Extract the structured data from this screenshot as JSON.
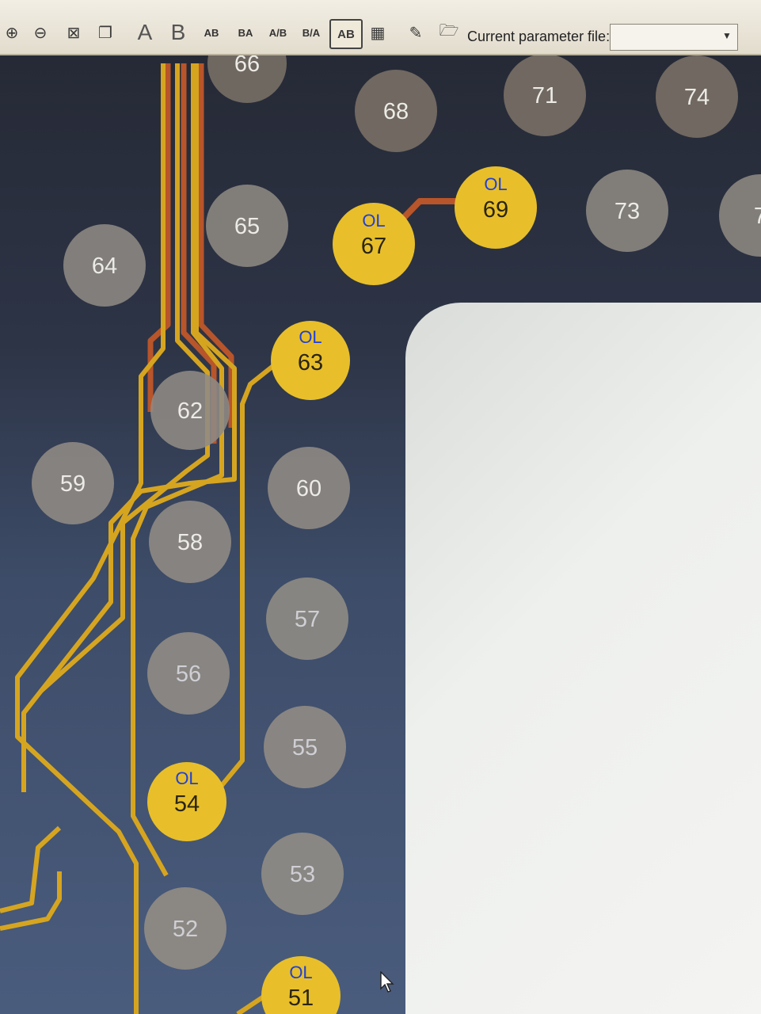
{
  "toolbar": {
    "buttons": [
      {
        "name": "zoom-in-icon",
        "glyph": "⊕"
      },
      {
        "name": "zoom-out-icon",
        "glyph": "⊖"
      },
      {
        "name": "zoom-fit-icon",
        "glyph": "⊠"
      },
      {
        "name": "window-icon",
        "glyph": "❐"
      },
      {
        "name": "text-a-icon",
        "glyph": "A"
      },
      {
        "name": "text-b-icon",
        "glyph": "B"
      },
      {
        "name": "ab-icon",
        "glyph": "AB"
      },
      {
        "name": "ba-icon",
        "glyph": "BA"
      },
      {
        "name": "a-over-b-icon",
        "glyph": "A/B"
      },
      {
        "name": "b-over-a-icon",
        "glyph": "B/A"
      },
      {
        "name": "ab-toggle-icon",
        "glyph": "AB"
      },
      {
        "name": "grid-icon",
        "glyph": "▦"
      },
      {
        "name": "edit-icon",
        "glyph": "✎"
      },
      {
        "name": "open-folder-icon",
        "glyph": "🗁"
      }
    ],
    "param_label": "Current parameter file:",
    "param_value": ""
  },
  "pads": [
    {
      "num": "66",
      "state": "normal"
    },
    {
      "num": "68",
      "state": "normal"
    },
    {
      "num": "71",
      "state": "normal"
    },
    {
      "num": "74",
      "state": "normal"
    },
    {
      "num": "65",
      "state": "normal"
    },
    {
      "num": "67",
      "state": "open",
      "tag": "OL"
    },
    {
      "num": "69",
      "state": "open",
      "tag": "OL"
    },
    {
      "num": "73",
      "state": "normal"
    },
    {
      "num": "7",
      "state": "normal"
    },
    {
      "num": "64",
      "state": "normal"
    },
    {
      "num": "63",
      "state": "open",
      "tag": "OL"
    },
    {
      "num": "62",
      "state": "normal"
    },
    {
      "num": "59",
      "state": "normal"
    },
    {
      "num": "60",
      "state": "normal"
    },
    {
      "num": "58",
      "state": "normal"
    },
    {
      "num": "57",
      "state": "normal"
    },
    {
      "num": "56",
      "state": "normal"
    },
    {
      "num": "55",
      "state": "normal"
    },
    {
      "num": "54",
      "state": "open",
      "tag": "OL"
    },
    {
      "num": "53",
      "state": "normal"
    },
    {
      "num": "52",
      "state": "normal"
    },
    {
      "num": "51",
      "state": "open",
      "tag": "OL"
    }
  ],
  "colors": {
    "pad_normal": "#8f8a84",
    "pad_open": "#e8bf2a",
    "trace_gold": "#d6a520",
    "trace_copper": "#b8552a"
  }
}
